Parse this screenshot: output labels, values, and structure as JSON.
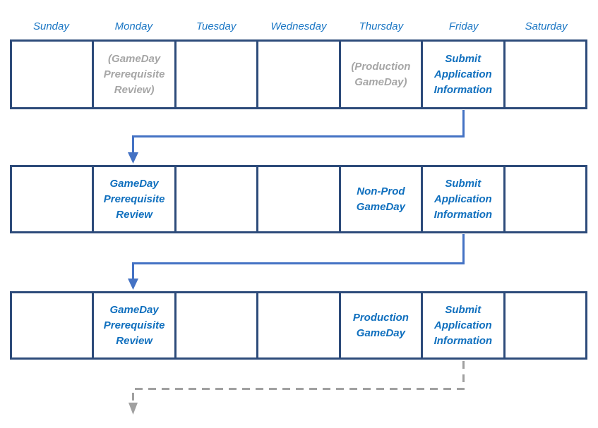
{
  "calendar": {
    "day_headers": [
      "Sunday",
      "Monday",
      "Tuesday",
      "Wednesday",
      "Thursday",
      "Friday",
      "Saturday"
    ],
    "weeks": [
      {
        "name": "week-1",
        "cells": [
          "",
          "(GameDay Prerequisite Review)",
          "",
          "",
          "(Production GameDay)",
          "Submit Application Information",
          ""
        ],
        "muted_days": [
          "Monday",
          "Thursday"
        ]
      },
      {
        "name": "week-2",
        "cells": [
          "",
          "GameDay Prerequisite Review",
          "",
          "",
          "Non-Prod GameDay",
          "Submit Application Information",
          ""
        ],
        "muted_days": []
      },
      {
        "name": "week-3",
        "cells": [
          "",
          "GameDay Prerequisite Review",
          "",
          "",
          "Production GameDay",
          "Submit Application Information",
          ""
        ],
        "muted_days": []
      }
    ],
    "arrows": [
      {
        "name": "arrow-week1-friday-to-week2-monday",
        "style": "solid",
        "color": "#4472c4",
        "from": "week-1 Friday",
        "to": "week-2 Monday"
      },
      {
        "name": "arrow-week2-friday-to-week3-monday",
        "style": "solid",
        "color": "#4472c4",
        "from": "week-2 Friday",
        "to": "week-3 Monday"
      },
      {
        "name": "arrow-week3-friday-to-next-week",
        "style": "dashed",
        "color": "#a0a0a0",
        "from": "week-3 Friday",
        "to": "following week (off-screen)"
      }
    ],
    "colors": {
      "grid_border": "#2d4b7a",
      "header_text": "#1a76c4",
      "cell_text": "#0f6fbe",
      "muted_text": "#a6a6a6",
      "arrow_solid": "#4472c4",
      "arrow_dashed": "#a0a0a0"
    }
  }
}
